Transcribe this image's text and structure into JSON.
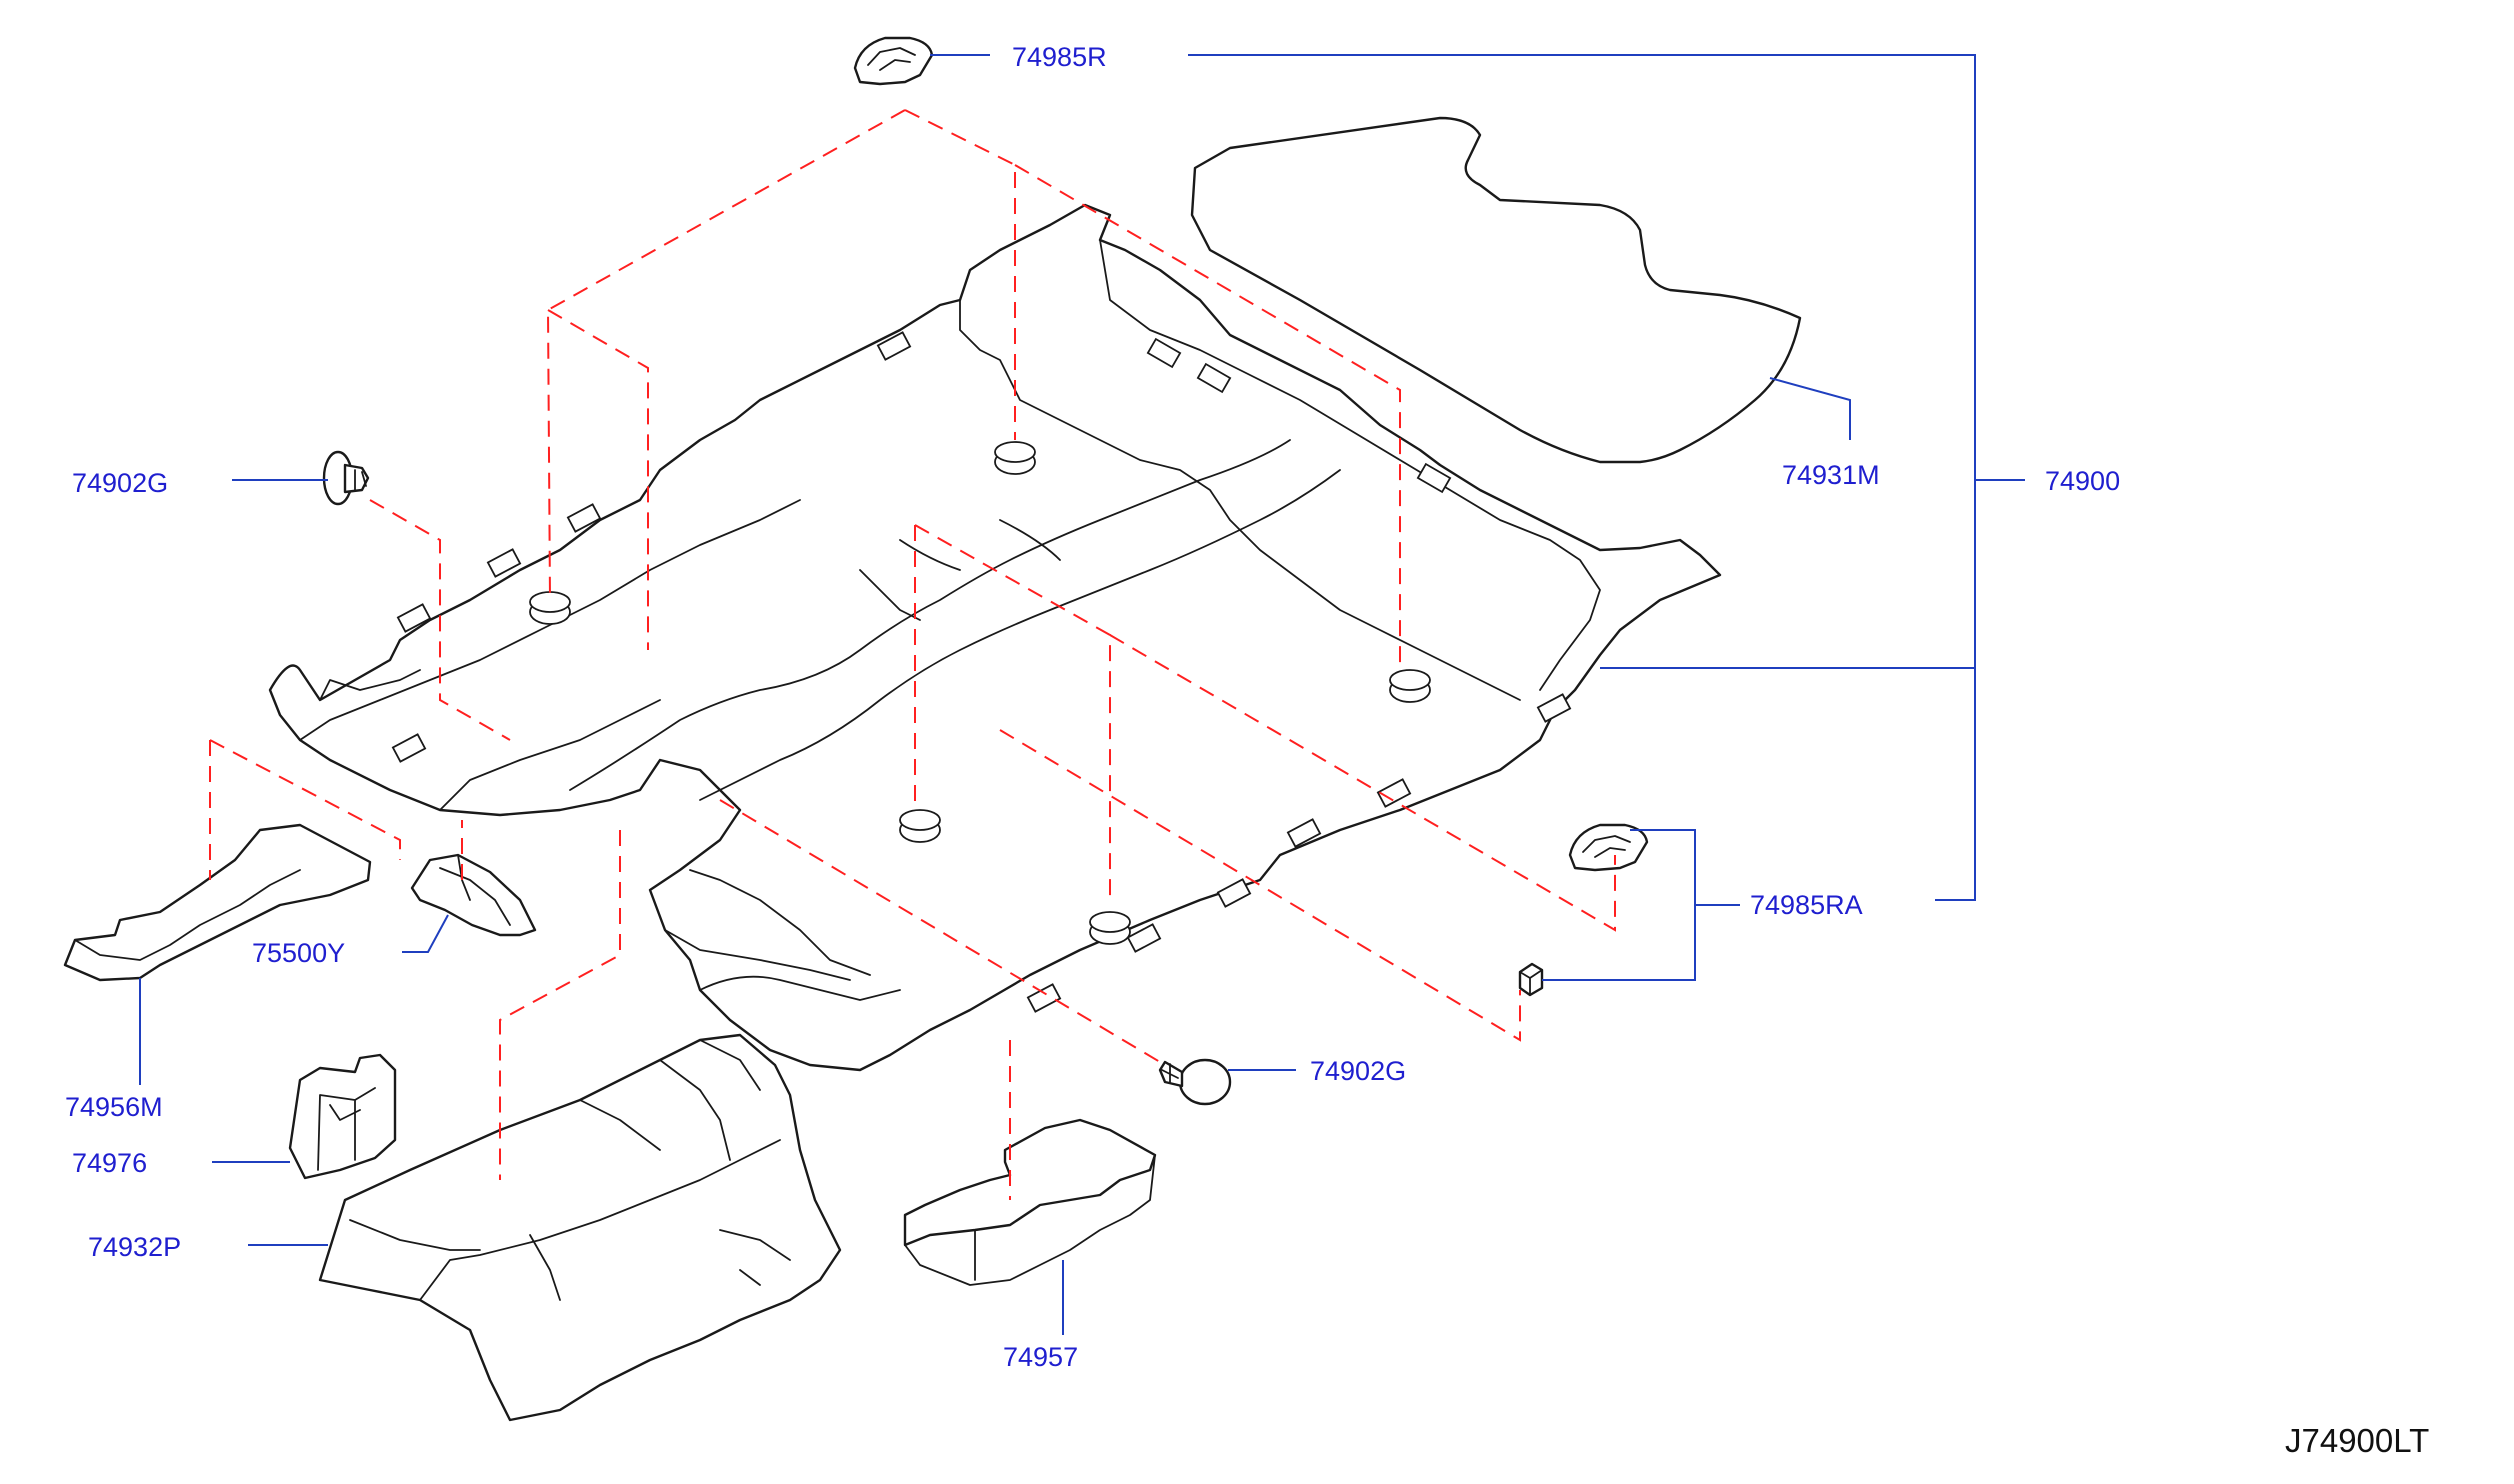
{
  "diagram": {
    "part_labels": {
      "p74985R": "74985R",
      "p74900": "74900",
      "p74931M": "74931M",
      "p74902G_left": "74902G",
      "p74902G_bottom": "74902G",
      "p74985RA": "74985RA",
      "p75500Y": "75500Y",
      "p74956M": "74956M",
      "p74976": "74976",
      "p74932P": "74932P",
      "p74957": "74957"
    },
    "figure_code": "J74900LT",
    "colors": {
      "label": "#1f1fcf",
      "leader": "#1f3fbf",
      "dashed_guide": "#ff2020",
      "outline": "#1a1a1a"
    }
  }
}
